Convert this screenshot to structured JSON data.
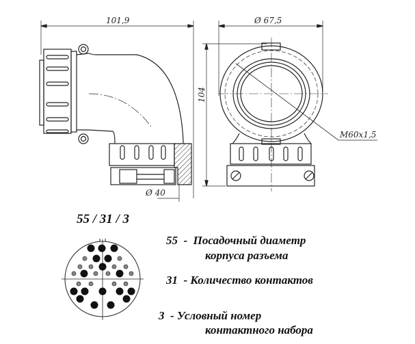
{
  "drawing": {
    "side_view": {
      "width_dim": "101,9",
      "diameter_dim": "Ø 40"
    },
    "front_view": {
      "diameter_dim": "Ø 67,5",
      "height_dim": "104",
      "thread_label": "M60x1,5"
    }
  },
  "designation": {
    "code": "55 / 31 / 3",
    "legend": [
      {
        "line1": "55  -  Посадочный диаметр",
        "line2": "корпуса разъема"
      },
      {
        "line1": "31  - Количество контактов"
      },
      {
        "line1": "3  - Условный номер",
        "line2": "контактного набора"
      }
    ]
  }
}
